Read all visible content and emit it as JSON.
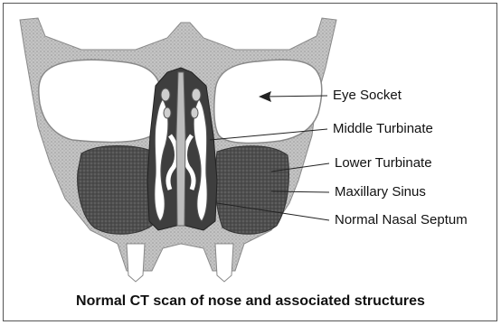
{
  "labels": {
    "eye_socket": "Eye Socket",
    "middle_turbinate": "Middle Turbinate",
    "lower_turbinate": "Lower Turbinate",
    "maxillary_sinus": "Maxillary Sinus",
    "normal_nasal_septum": "Normal Nasal Septum"
  },
  "caption": "Normal CT scan of nose and associated structures",
  "colors": {
    "bone_gray": "#b9b9b9",
    "tissue_dark": "#4a4a4a",
    "air_white": "#ffffff",
    "line": "#222222"
  }
}
